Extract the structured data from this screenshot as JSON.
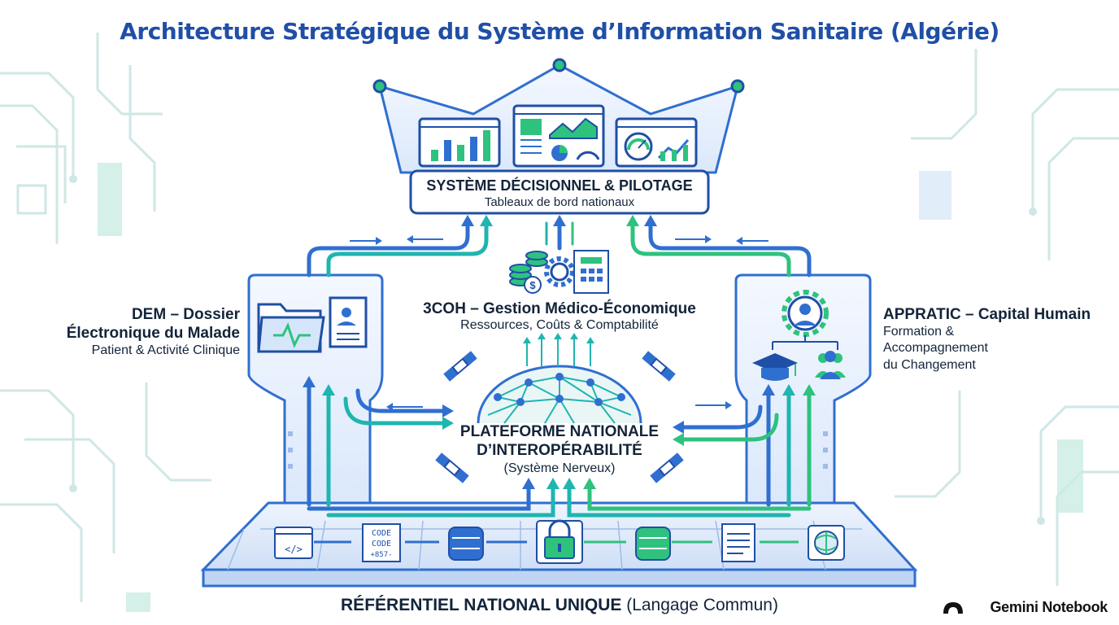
{
  "title": "Architecture Stratégique du Système d’Information Sanitaire (Algérie)",
  "decision": {
    "title": "SYSTÈME DÉCISIONNEL & PILOTAGE",
    "subtitle": "Tableaux de bord nationaux"
  },
  "dem": {
    "title_line1": "DEM – Dossier",
    "title_line2": "Électronique du Malade",
    "subtitle": "Patient & Activité Clinique"
  },
  "cocoh": {
    "title": "3COH – Gestion Médico-Économique",
    "subtitle": "Ressources, Coûts & Comptabilité"
  },
  "appratic": {
    "title": "APPRATIC – Capital Humain",
    "line1": "Formation &",
    "line2": "Accompagnement",
    "line3": "du Changement"
  },
  "platform": {
    "line1": "PLATEFORME NATIONALE",
    "line2": "D’INTEROPÉRABILITÉ",
    "line3": "(Système Nerveux)"
  },
  "referential": {
    "bold": "RÉFÉRENTIEL NATIONAL UNIQUE",
    "normal": " (Langage Commun)"
  },
  "code_icon": {
    "line1": "CODE",
    "line2": "CODE",
    "line3": "+857-"
  },
  "brand": "Gemini Notebook",
  "colors": {
    "blue": "#2f6fd0",
    "teal": "#1fb5b0",
    "green": "#2ec27e",
    "navy": "#1f4fa6",
    "text": "#13243a"
  }
}
